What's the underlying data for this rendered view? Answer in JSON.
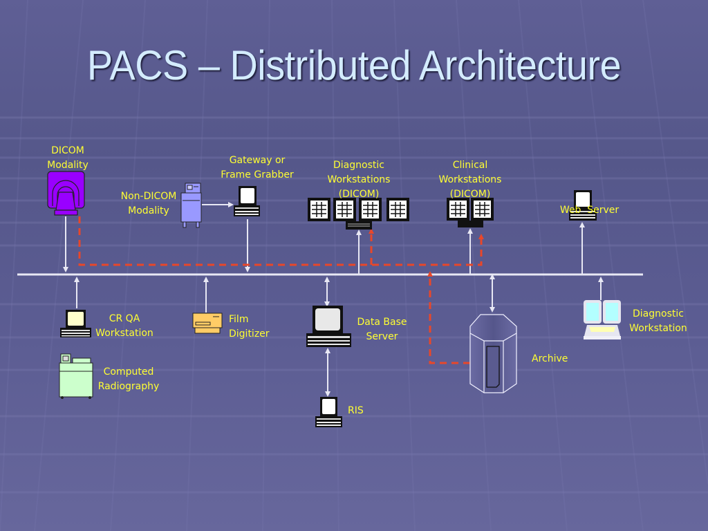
{
  "slide": {
    "title": "PACS – Distributed Architecture",
    "colors": {
      "background": "#5b5c92",
      "title_text": "#d4ecff",
      "label_text": "#ffff33",
      "network_line": "#e8e8f4",
      "dashed_path": "#e8472a",
      "dicom_modality": "#9900ff",
      "non_dicom_modality": "#9999ff",
      "film_digitizer": "#ffcc66",
      "computed_radiography": "#ccffcc",
      "cr_qa_screen": "#ffffcc"
    }
  },
  "nodes": {
    "dicom_modality": {
      "line1": "DICOM",
      "line2": "Modality"
    },
    "non_dicom_modality": {
      "line1": "Non-DICOM",
      "line2": "Modality"
    },
    "gateway": {
      "line1": "Gateway or",
      "line2": "Frame Grabber"
    },
    "diagnostic_workstations": {
      "line1": "Diagnostic",
      "line2": "Workstations",
      "line3": "(DICOM)"
    },
    "clinical_workstations": {
      "line1": "Clinical",
      "line2": "Workstations",
      "line3": "(DICOM)"
    },
    "web_server": {
      "line1": "Web  Server"
    },
    "cr_qa_workstation": {
      "line1": "CR QA",
      "line2": "Workstation"
    },
    "computed_radiography": {
      "line1": "Computed",
      "line2": "Radiography"
    },
    "film_digitizer": {
      "line1": "Film",
      "line2": "Digitizer"
    },
    "database_server": {
      "line1": "Data Base",
      "line2": "Server"
    },
    "ris": {
      "line1": "RIS"
    },
    "archive": {
      "line1": "Archive"
    },
    "diagnostic_workstation": {
      "line1": "Diagnostic",
      "line2": "Workstation"
    }
  }
}
